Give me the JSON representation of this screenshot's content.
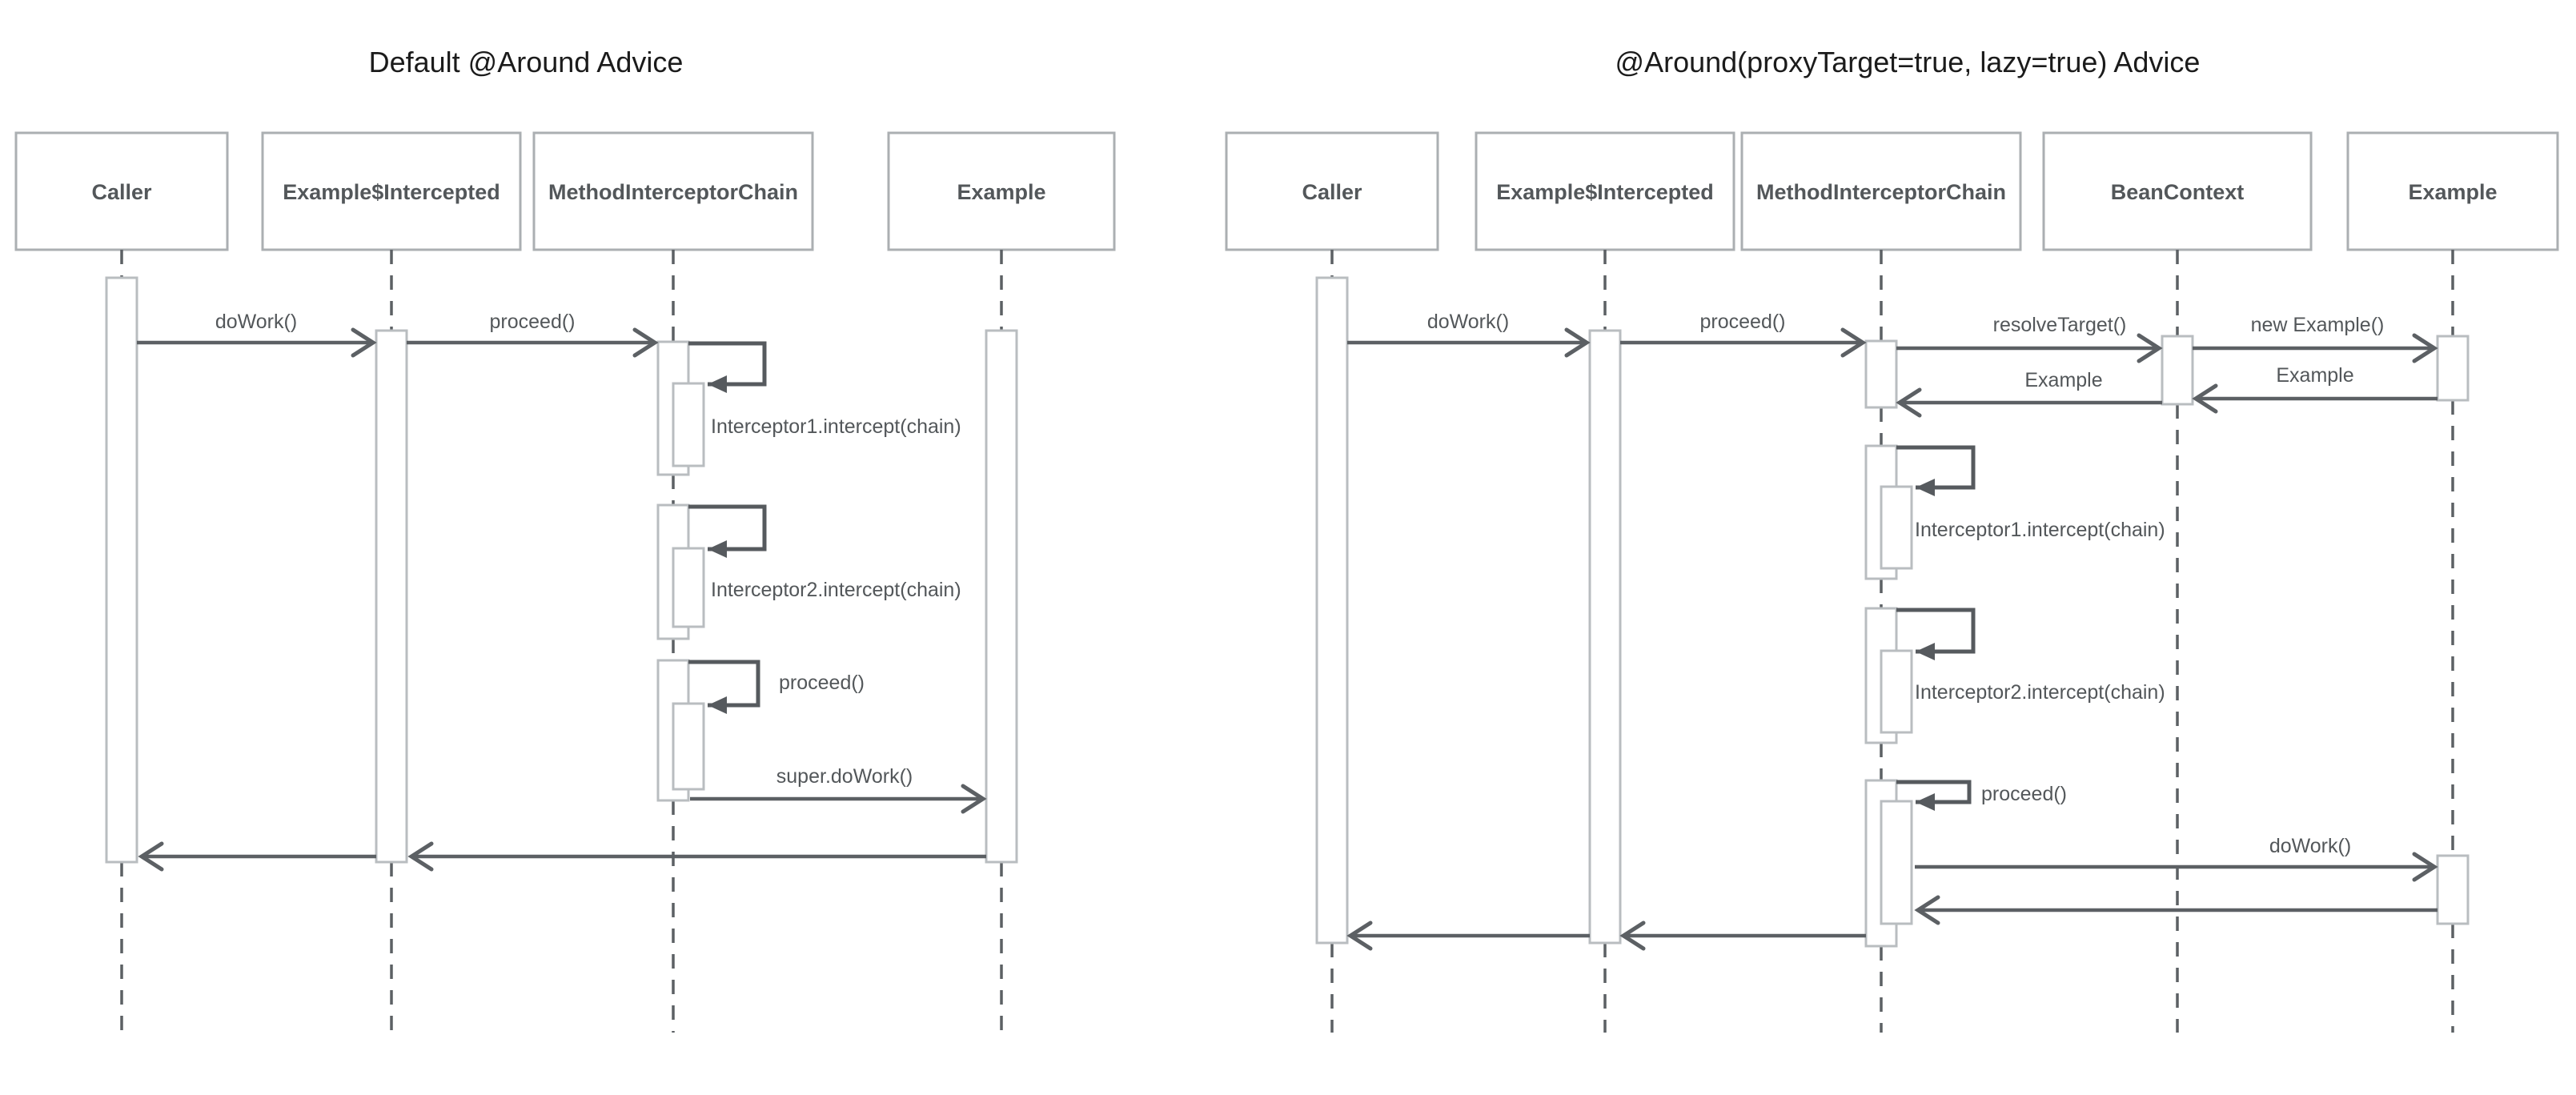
{
  "colors": {
    "background": "#ffffff",
    "participant_border": "#abafb2",
    "activation_border": "#b9bdc0",
    "line": "#5c6064",
    "label_text": "#53575a",
    "title_text": "#1b1b1b"
  },
  "left_diagram": {
    "title": "Default @Around Advice",
    "participants": [
      "Caller",
      "Example$Intercepted",
      "MethodInterceptorChain",
      "Example"
    ],
    "messages": {
      "dowork": "doWork()",
      "proceed": "proceed()",
      "interceptor1": "Interceptor1.intercept(chain)",
      "interceptor2": "Interceptor2.intercept(chain)",
      "proceed_self": "proceed()",
      "super_dowork": "super.doWork()"
    }
  },
  "right_diagram": {
    "title": "@Around(proxyTarget=true, lazy=true) Advice",
    "participants": [
      "Caller",
      "Example$Intercepted",
      "MethodInterceptorChain",
      "BeanContext",
      "Example"
    ],
    "messages": {
      "dowork": "doWork()",
      "proceed": "proceed()",
      "resolve_target": "resolveTarget()",
      "new_example": "new Example()",
      "return_example_to_beancontext": "Example",
      "return_example_to_chain": "Example",
      "interceptor1": "Interceptor1.intercept(chain)",
      "interceptor2": "Interceptor2.intercept(chain)",
      "proceed_self": "proceed()",
      "dowork_target": "doWork()"
    }
  }
}
